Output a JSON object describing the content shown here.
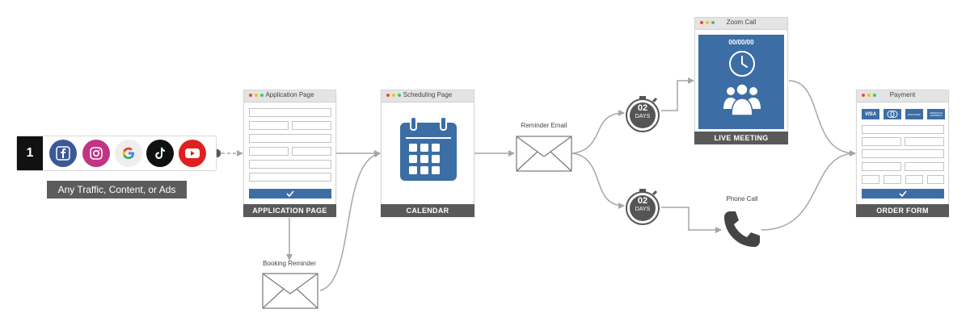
{
  "colors": {
    "blue": "#3c6ea5",
    "dark_footer": "#595959",
    "line": "#a6a6a6",
    "facebook": "#3b5998",
    "instagram": "#c13584",
    "google_bg": "#eeeeee",
    "tiktok": "#111111",
    "youtube": "#e02020"
  },
  "traffic": {
    "step": "1",
    "icons": [
      "facebook-icon",
      "instagram-icon",
      "google-icon",
      "tiktok-icon",
      "youtube-icon"
    ],
    "caption": "Any Traffic, Content, or Ads"
  },
  "application": {
    "window_title": "Application Page",
    "footer": "APPLICATION PAGE",
    "submit_icon": "check-icon"
  },
  "booking_reminder": {
    "label": "Booking Reminder",
    "icon": "envelope-icon"
  },
  "scheduling": {
    "window_title": "Scheduling Page",
    "footer": "CALENDAR",
    "icon": "calendar-icon"
  },
  "reminder_email": {
    "label": "Reminder Email",
    "icon": "envelope-icon"
  },
  "timers": [
    {
      "number": "02",
      "unit": "DAYS"
    },
    {
      "number": "02",
      "unit": "DAYS"
    }
  ],
  "zoom": {
    "window_title": "Zoom Call",
    "time": "00/00/00",
    "footer": "LIVE MEETING",
    "icons": [
      "clock-icon",
      "group-icon"
    ]
  },
  "phone": {
    "label": "Phone Call",
    "icon": "phone-icon"
  },
  "payment": {
    "window_title": "Payment",
    "cards": [
      "VISA",
      "",
      "DISCOVER",
      "AMERICAN EXPRESS"
    ],
    "footer": "ORDER FORM",
    "submit_icon": "check-icon"
  }
}
